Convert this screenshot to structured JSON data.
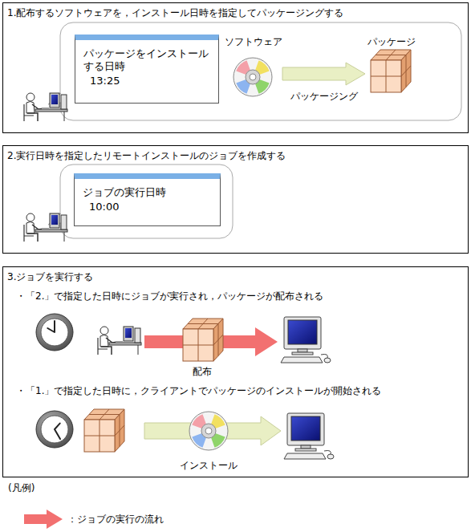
{
  "diagram": {
    "nodes": [
      {
        "text": [
          "1.配布するソフトウェアを，インストール日時を指定してパッケージングする"
        ]
      },
      {
        "text": [
          "パッケージをインストール する日時",
          "13:25"
        ],
        "in": 0
      },
      {
        "text": [
          "ソフトウェア"
        ],
        "in": 0
      },
      {
        "text": [
          "パッケージ"
        ],
        "in": 0
      },
      {
        "text": [
          "2.実行日時を指定したリモートインストールのジョブを作成する"
        ]
      },
      {
        "text": [
          "ジョブの実行日時",
          "10:00"
        ],
        "in": 4
      },
      {
        "text": [
          "3.ジョブを実行する"
        ]
      }
    ],
    "edges": [
      {
        "from": 2,
        "to": 3,
        "label": "パッケージング",
        "arrow": "to"
      }
    ],
    "labels": [
      "・「2.」で指定した日時にジョブが実行され，パッケージが配布される",
      "配布",
      "・「1.」で指定した日時に，クライアントでパッケージのインストールが開始される",
      "インストール",
      "(凡例)"
    ],
    "legend": [
      {
        "text": "：ジョブの実行の流れ"
      }
    ]
  }
}
